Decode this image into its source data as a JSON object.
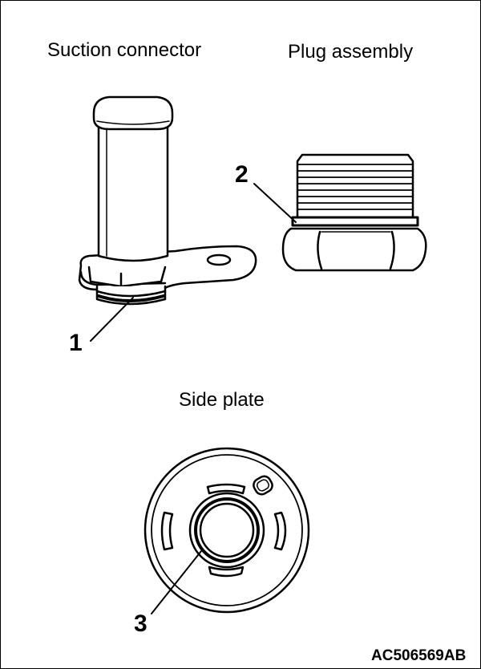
{
  "labels": {
    "suction_connector": "Suction connector",
    "plug_assembly": "Plug assembly",
    "side_plate": "Side plate"
  },
  "callouts": {
    "one": "1",
    "two": "2",
    "three": "3"
  },
  "figure_code": "AC506569AB"
}
